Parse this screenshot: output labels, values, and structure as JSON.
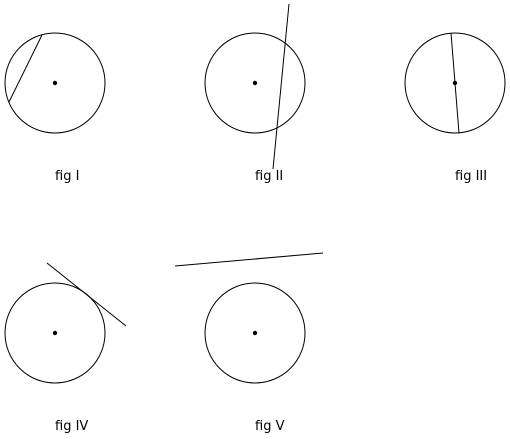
{
  "figures": [
    {
      "id": "fig-1",
      "caption": "fig I",
      "line_relation": "chord"
    },
    {
      "id": "fig-2",
      "caption": "fig II",
      "line_relation": "secant"
    },
    {
      "id": "fig-3",
      "caption": "fig III",
      "line_relation": "diameter"
    },
    {
      "id": "fig-4",
      "caption": "fig IV",
      "line_relation": "tangent"
    },
    {
      "id": "fig-5",
      "caption": "fig V",
      "line_relation": "non-intersecting line"
    }
  ],
  "colors": {
    "background": "#ffffff",
    "stroke": "#000000"
  }
}
